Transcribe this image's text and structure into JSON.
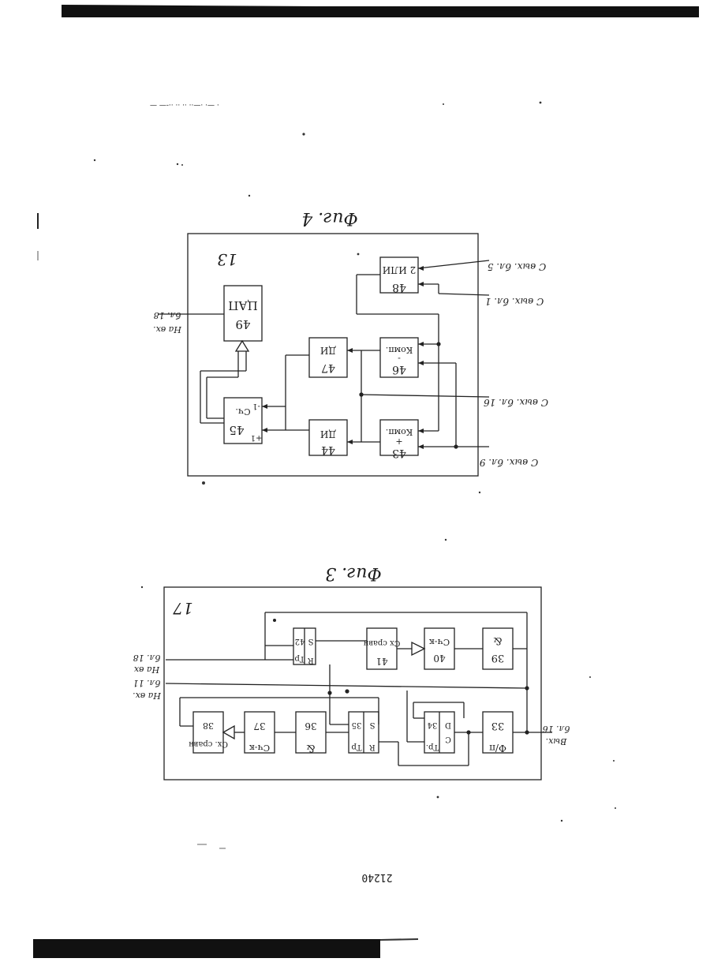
{
  "fig4": {
    "caption": "Фиг. 4",
    "block_number": "13",
    "blocks": {
      "b49": {
        "num": "49",
        "label": "ЦАП"
      },
      "b45": {
        "num": "45",
        "label": "Сч.",
        "plus": "+1",
        "minus": "-1"
      },
      "b47": {
        "num": "47",
        "label": "ДИ"
      },
      "b44": {
        "num": "44",
        "label": "ДИ"
      },
      "b46": {
        "num": "46",
        "label": "Комп.",
        "sign": "-"
      },
      "b43": {
        "num": "43",
        "label": "Комп.",
        "sign": "+"
      },
      "b48": {
        "num": "48",
        "label": "2 ИЛИ"
      }
    },
    "io": {
      "in5": "С вых. бл. 5",
      "in1": "С вых. бл. 1",
      "in16": "С вых. бл. 16",
      "in9": "С вых. бл. 9",
      "out18a": "На вх.",
      "out18b": "бл. 18"
    }
  },
  "fig3": {
    "caption": "Фиг. 3",
    "block_number": "17",
    "blocks": {
      "b39": {
        "num": "39",
        "label": "&"
      },
      "b40": {
        "num": "40",
        "label": "Сч-к"
      },
      "b41": {
        "num": "41",
        "label": "Сх сравн"
      },
      "b42": {
        "num": "42",
        "label": "Тр",
        "r": "R",
        "s": "S"
      },
      "b33": {
        "num": "33",
        "label": "Ф/п"
      },
      "b34": {
        "num": "34",
        "label": "Тр.",
        "c": "C",
        "d": "D"
      },
      "b35": {
        "num": "35",
        "label": "Тр",
        "r": "R",
        "s": "S"
      },
      "b36": {
        "num": "36",
        "label": "&"
      },
      "b37": {
        "num": "37",
        "label": "Сч-к"
      },
      "b38": {
        "num": "38",
        "label": "Сх. сравн"
      }
    },
    "io": {
      "in16a": "Вых.",
      "in16b": "бл. 16",
      "out18a": "На вх",
      "out18b": "бл. 18",
      "out11a": "На вх.",
      "out11b": "бл. 11"
    }
  },
  "header_scan_noise": "— —-·· ·· ·· ··—·  ·—  ·",
  "page_number": "21240"
}
